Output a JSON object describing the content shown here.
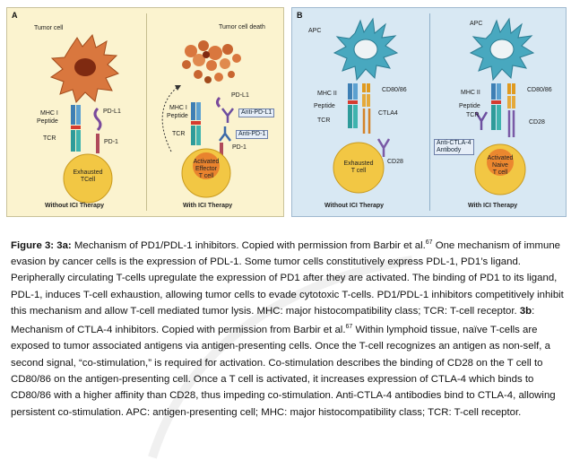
{
  "figure": {
    "panelA": {
      "letter": "A",
      "left": {
        "tumor_label": "Tumor cell",
        "mhc_label": "MHC I",
        "peptide_label": "Peptide",
        "pdl1_label": "PD-L1",
        "tcr_label": "TCR",
        "pd1_label": "PD-1",
        "cell_line1": "Exhausted",
        "cell_line2": "TCell",
        "title": "Without ICI Therapy"
      },
      "right": {
        "death_label": "Tumor cell death",
        "pdl1_label": "PD-L1",
        "mhc_label": "MHC I",
        "peptide_label": "Peptide",
        "anti_pdl1": "Anti-PD-L1",
        "tcr_label": "TCR",
        "anti_pd1": "Anti-PD-1",
        "pd1_label": "PD-1",
        "cell_line1": "Activated",
        "cell_line2": "Effector",
        "cell_line3": "T cell",
        "title": "With ICI Therapy"
      }
    },
    "panelB": {
      "letter": "B",
      "left": {
        "apc_label": "APC",
        "mhc_label": "MHC II",
        "peptide_label": "Peptide",
        "tcr_label": "TCR",
        "cd80_label": "CD80/86",
        "ctla4_label": "CTLA4",
        "cd28_label": "CD28",
        "cell_line1": "Exhausted",
        "cell_line2": "T cell",
        "title": "Without ICI Therapy"
      },
      "right": {
        "apc_label": "APC",
        "mhc_label": "MHC II",
        "peptide_label": "Peptide",
        "tcr_label": "TCR",
        "cd80_label": "CD80/86",
        "cd28_label": "CD28",
        "anti_ctla4_1": "Anti-CTLA-4",
        "anti_ctla4_2": "Antibody",
        "cell_line1": "Activated",
        "cell_line2": "Naive",
        "cell_line3": "T cell",
        "title": "With ICI Therapy"
      }
    }
  },
  "caption": {
    "label_a": "Figure 3: 3a:",
    "text_a": " Mechanism of PD1/PDL-1 inhibitors. Copied with permission from Barbir et al.",
    "ref_a": "67",
    "text_a2": " One mechanism of immune evasion by cancer cells is the expression of PDL-1. Some tumor cells constitutively express PDL-1, PD1’s ligand. Peripherally circulating T-cells upregulate the expression of PD1 after they are activated. The binding of PD1 to its ligand, PDL-1, induces T-cell exhaustion, allowing tumor cells to evade cytotoxic T-cells. PD1/PDL-1 inhibitors competitively inhibit this mechanism and allow T-cell mediated tumor lysis. MHC: major histocompatibility class; TCR: T-cell receptor. ",
    "label_b": "3b",
    "text_b1": ": Mechanism of CTLA-4 inhibitors. Copied with permission from Barbir et al.",
    "ref_b": "67",
    "text_b2": " Within lymphoid tissue, naïve T-cells are exposed to tumor associated antigens via antigen-presenting cells. Once the T-cell recognizes an antigen as non-self, a second signal, “co-stimulation,” is required for activation. Co-stimulation describes the binding of CD28 on the T cell to CD80/86 on the antigen-presenting cell. Once a T cell is activated, it increases expression of CTLA-4 which binds to CD80/86 with a higher affinity than CD28, thus impeding co-stimulation. Anti-CTLA-4 antibodies bind to CTLA-4, allowing persistent co-stimulation. APC: antigen-presenting cell; MHC: major histocompatibility class; TCR: T-cell receptor."
  },
  "colors": {
    "panelA_bg": "#fbf3cf",
    "panelB_bg": "#d8e8f3",
    "tumor": "#d9773e",
    "tcell": "#f2c744",
    "apc": "#48a8bf"
  }
}
